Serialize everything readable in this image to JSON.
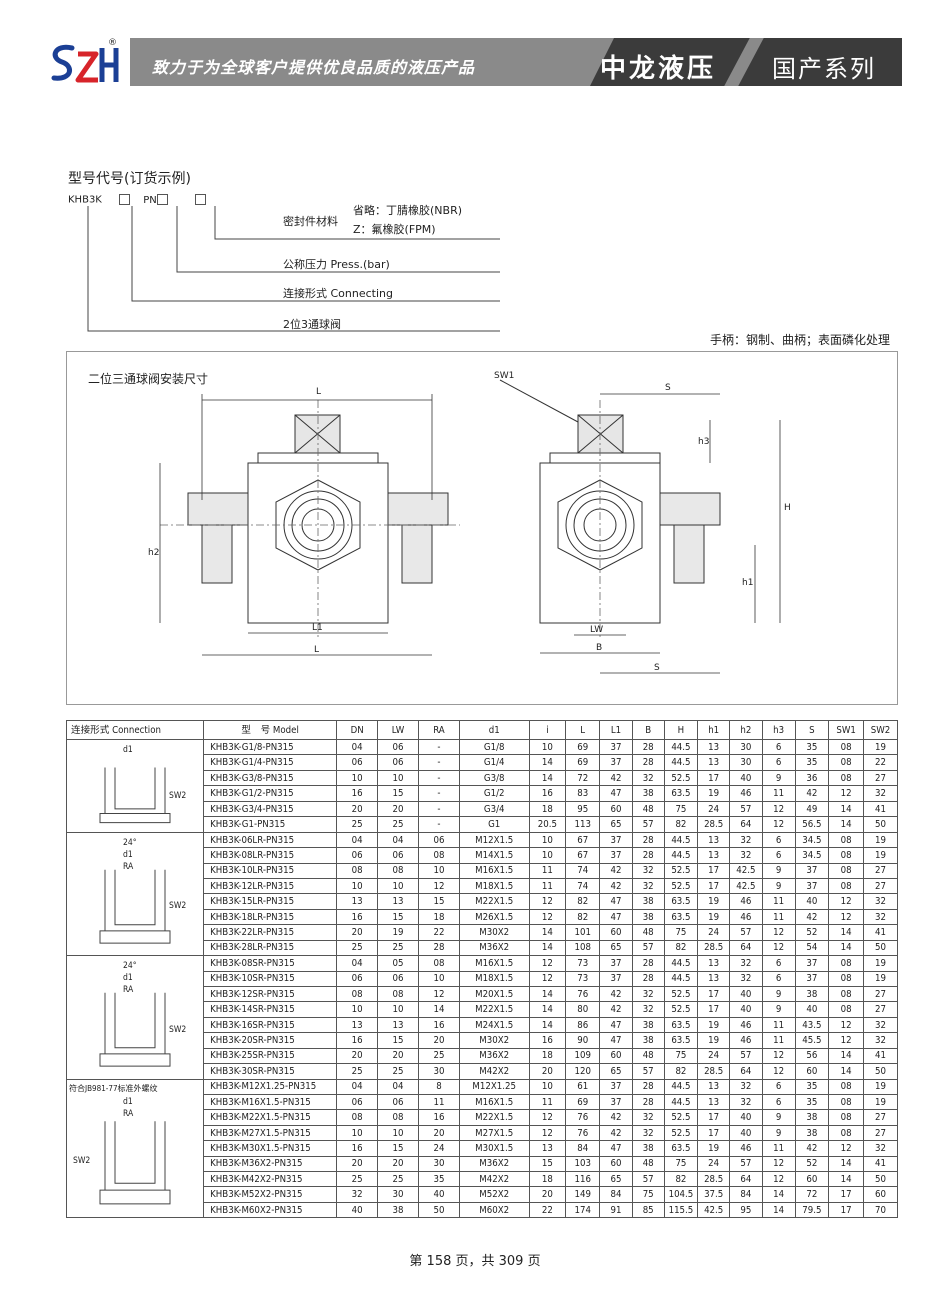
{
  "header": {
    "slogan": "致力于为全球客户提供优良品质的液压产品",
    "brand": "中龙液压",
    "series": "国产系列",
    "logo_text": "SZH",
    "registered_mark": "®"
  },
  "ordering": {
    "title": "型号代号(订货示例)",
    "code_prefix": "KHB3K",
    "code_pn": "PN",
    "seal_label": "密封件材料",
    "seal_option_default": "省略：丁腈橡胶(NBR)",
    "seal_option_z": "Z：氟橡胶(FPM)",
    "pressure_label": "公称压力 Press.(bar)",
    "connection_label": "连接形式 Connecting",
    "valve_label": "2位3通球阀",
    "handle_note": "手柄：钢制、曲柄；表面磷化处理"
  },
  "drawing": {
    "title": "二位三通球阀安装尺寸",
    "labels": {
      "L": "L",
      "L1": "L1",
      "h2": "h2",
      "SW1": "SW1",
      "S": "S",
      "h3": "h3",
      "H": "H",
      "h1": "h1",
      "LW": "LW",
      "B": "B"
    }
  },
  "table": {
    "headers": [
      "连接形式 Connection",
      "型　号 Model",
      "DN",
      "LW",
      "RA",
      "d1",
      "i",
      "L",
      "L1",
      "B",
      "H",
      "h1",
      "h2",
      "h3",
      "S",
      "SW1",
      "SW2"
    ],
    "groups": [
      {
        "conn_labels": [
          "d1",
          "SW2"
        ],
        "rows": [
          [
            "KHB3K-G1/8-PN315",
            "04",
            "06",
            "-",
            "G1/8",
            "10",
            "69",
            "37",
            "28",
            "44.5",
            "13",
            "30",
            "6",
            "35",
            "08",
            "19"
          ],
          [
            "KHB3K-G1/4-PN315",
            "06",
            "06",
            "-",
            "G1/4",
            "14",
            "69",
            "37",
            "28",
            "44.5",
            "13",
            "30",
            "6",
            "35",
            "08",
            "22"
          ],
          [
            "KHB3K-G3/8-PN315",
            "10",
            "10",
            "-",
            "G3/8",
            "14",
            "72",
            "42",
            "32",
            "52.5",
            "17",
            "40",
            "9",
            "36",
            "08",
            "27"
          ],
          [
            "KHB3K-G1/2-PN315",
            "16",
            "15",
            "-",
            "G1/2",
            "16",
            "83",
            "47",
            "38",
            "63.5",
            "19",
            "46",
            "11",
            "42",
            "12",
            "32"
          ],
          [
            "KHB3K-G3/4-PN315",
            "20",
            "20",
            "-",
            "G3/4",
            "18",
            "95",
            "60",
            "48",
            "75",
            "24",
            "57",
            "12",
            "49",
            "14",
            "41"
          ],
          [
            "KHB3K-G1-PN315",
            "25",
            "25",
            "-",
            "G1",
            "20.5",
            "113",
            "65",
            "57",
            "82",
            "28.5",
            "64",
            "12",
            "56.5",
            "14",
            "50"
          ]
        ]
      },
      {
        "conn_labels": [
          "24°",
          "d1",
          "RA",
          "SW2"
        ],
        "rows": [
          [
            "KHB3K-06LR-PN315",
            "04",
            "04",
            "06",
            "M12X1.5",
            "10",
            "67",
            "37",
            "28",
            "44.5",
            "13",
            "32",
            "6",
            "34.5",
            "08",
            "19"
          ],
          [
            "KHB3K-08LR-PN315",
            "06",
            "06",
            "08",
            "M14X1.5",
            "10",
            "67",
            "37",
            "28",
            "44.5",
            "13",
            "32",
            "6",
            "34.5",
            "08",
            "19"
          ],
          [
            "KHB3K-10LR-PN315",
            "08",
            "08",
            "10",
            "M16X1.5",
            "11",
            "74",
            "42",
            "32",
            "52.5",
            "17",
            "42.5",
            "9",
            "37",
            "08",
            "27"
          ],
          [
            "KHB3K-12LR-PN315",
            "10",
            "10",
            "12",
            "M18X1.5",
            "11",
            "74",
            "42",
            "32",
            "52.5",
            "17",
            "42.5",
            "9",
            "37",
            "08",
            "27"
          ],
          [
            "KHB3K-15LR-PN315",
            "13",
            "13",
            "15",
            "M22X1.5",
            "12",
            "82",
            "47",
            "38",
            "63.5",
            "19",
            "46",
            "11",
            "40",
            "12",
            "32"
          ],
          [
            "KHB3K-18LR-PN315",
            "16",
            "15",
            "18",
            "M26X1.5",
            "12",
            "82",
            "47",
            "38",
            "63.5",
            "19",
            "46",
            "11",
            "42",
            "12",
            "32"
          ],
          [
            "KHB3K-22LR-PN315",
            "20",
            "19",
            "22",
            "M30X2",
            "14",
            "101",
            "60",
            "48",
            "75",
            "24",
            "57",
            "12",
            "52",
            "14",
            "41"
          ],
          [
            "KHB3K-28LR-PN315",
            "25",
            "25",
            "28",
            "M36X2",
            "14",
            "108",
            "65",
            "57",
            "82",
            "28.5",
            "64",
            "12",
            "54",
            "14",
            "50"
          ]
        ]
      },
      {
        "conn_labels": [
          "24°",
          "d1",
          "RA",
          "SW2"
        ],
        "rows": [
          [
            "KHB3K-08SR-PN315",
            "04",
            "05",
            "08",
            "M16X1.5",
            "12",
            "73",
            "37",
            "28",
            "44.5",
            "13",
            "32",
            "6",
            "37",
            "08",
            "19"
          ],
          [
            "KHB3K-10SR-PN315",
            "06",
            "06",
            "10",
            "M18X1.5",
            "12",
            "73",
            "37",
            "28",
            "44.5",
            "13",
            "32",
            "6",
            "37",
            "08",
            "19"
          ],
          [
            "KHB3K-12SR-PN315",
            "08",
            "08",
            "12",
            "M20X1.5",
            "14",
            "76",
            "42",
            "32",
            "52.5",
            "17",
            "40",
            "9",
            "38",
            "08",
            "27"
          ],
          [
            "KHB3K-14SR-PN315",
            "10",
            "10",
            "14",
            "M22X1.5",
            "14",
            "80",
            "42",
            "32",
            "52.5",
            "17",
            "40",
            "9",
            "40",
            "08",
            "27"
          ],
          [
            "KHB3K-16SR-PN315",
            "13",
            "13",
            "16",
            "M24X1.5",
            "14",
            "86",
            "47",
            "38",
            "63.5",
            "19",
            "46",
            "11",
            "43.5",
            "12",
            "32"
          ],
          [
            "KHB3K-20SR-PN315",
            "16",
            "15",
            "20",
            "M30X2",
            "16",
            "90",
            "47",
            "38",
            "63.5",
            "19",
            "46",
            "11",
            "45.5",
            "12",
            "32"
          ],
          [
            "KHB3K-25SR-PN315",
            "20",
            "20",
            "25",
            "M36X2",
            "18",
            "109",
            "60",
            "48",
            "75",
            "24",
            "57",
            "12",
            "56",
            "14",
            "41"
          ],
          [
            "KHB3K-30SR-PN315",
            "25",
            "25",
            "30",
            "M42X2",
            "20",
            "120",
            "65",
            "57",
            "82",
            "28.5",
            "64",
            "12",
            "60",
            "14",
            "50"
          ]
        ]
      },
      {
        "conn_labels": [
          "符合JB981-77标准外螺纹",
          "d1",
          "RA",
          "SW2"
        ],
        "rows": [
          [
            "KHB3K-M12X1.25-PN315",
            "04",
            "04",
            "8",
            "M12X1.25",
            "10",
            "61",
            "37",
            "28",
            "44.5",
            "13",
            "32",
            "6",
            "35",
            "08",
            "19"
          ],
          [
            "KHB3K-M16X1.5-PN315",
            "06",
            "06",
            "11",
            "M16X1.5",
            "11",
            "69",
            "37",
            "28",
            "44.5",
            "13",
            "32",
            "6",
            "35",
            "08",
            "19"
          ],
          [
            "KHB3K-M22X1.5-PN315",
            "08",
            "08",
            "16",
            "M22X1.5",
            "12",
            "76",
            "42",
            "32",
            "52.5",
            "17",
            "40",
            "9",
            "38",
            "08",
            "27"
          ],
          [
            "KHB3K-M27X1.5-PN315",
            "10",
            "10",
            "20",
            "M27X1.5",
            "12",
            "76",
            "42",
            "32",
            "52.5",
            "17",
            "40",
            "9",
            "38",
            "08",
            "27"
          ],
          [
            "KHB3K-M30X1.5-PN315",
            "16",
            "15",
            "24",
            "M30X1.5",
            "13",
            "84",
            "47",
            "38",
            "63.5",
            "19",
            "46",
            "11",
            "42",
            "12",
            "32"
          ],
          [
            "KHB3K-M36X2-PN315",
            "20",
            "20",
            "30",
            "M36X2",
            "15",
            "103",
            "60",
            "48",
            "75",
            "24",
            "57",
            "12",
            "52",
            "14",
            "41"
          ],
          [
            "KHB3K-M42X2-PN315",
            "25",
            "25",
            "35",
            "M42X2",
            "18",
            "116",
            "65",
            "57",
            "82",
            "28.5",
            "64",
            "12",
            "60",
            "14",
            "50"
          ],
          [
            "KHB3K-M52X2-PN315",
            "32",
            "30",
            "40",
            "M52X2",
            "20",
            "149",
            "84",
            "75",
            "104.5",
            "37.5",
            "84",
            "14",
            "72",
            "17",
            "60"
          ],
          [
            "KHB3K-M60X2-PN315",
            "40",
            "38",
            "50",
            "M60X2",
            "22",
            "174",
            "91",
            "85",
            "115.5",
            "42.5",
            "95",
            "14",
            "79.5",
            "17",
            "70"
          ]
        ]
      }
    ]
  },
  "footer": {
    "page_text": "第 158 页，共 309 页"
  }
}
